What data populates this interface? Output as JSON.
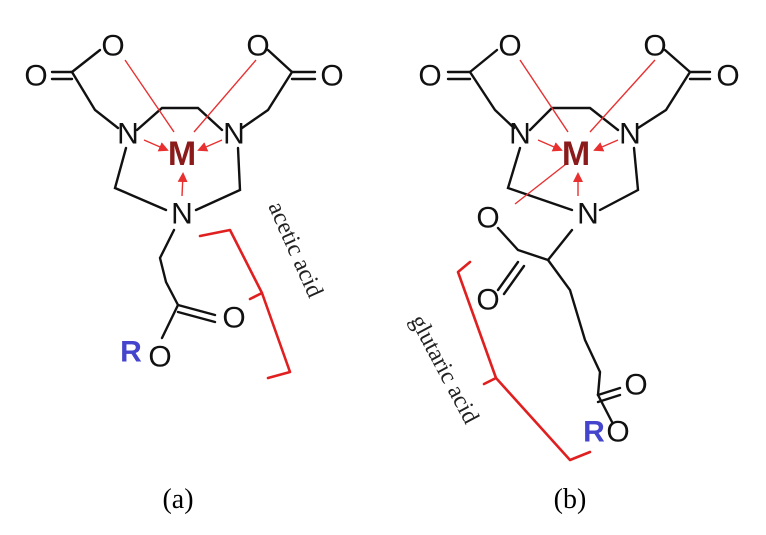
{
  "colors": {
    "bond": "#111111",
    "metal": "#8b1a1a",
    "coordination": "#e83030",
    "bracket": "#e02020",
    "r_group": "#4444cc"
  },
  "atoms": {
    "nitrogen": "N",
    "oxygen": "O",
    "metal": "M",
    "r_group": "R"
  },
  "panel_a": {
    "bracket_label": "acetic acid",
    "caption": "(a)"
  },
  "panel_b": {
    "bracket_label": "glutaric acid",
    "caption": "(b)"
  }
}
